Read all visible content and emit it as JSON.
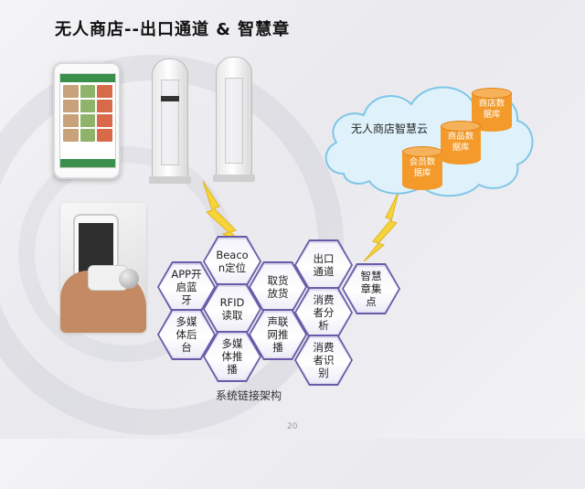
{
  "slide": {
    "title": "无人商店--出口通道 & 智慧章",
    "page_number": "20"
  },
  "cloud": {
    "label": "无人商店智慧云",
    "databases": [
      {
        "line1": "商店数",
        "line2": "据库"
      },
      {
        "line1": "商品数",
        "line2": "据库"
      },
      {
        "line1": "会员数",
        "line2": "据库"
      }
    ]
  },
  "architecture": {
    "caption": "系统链接架构",
    "nodes": [
      {
        "id": "app-bluetooth",
        "text": "APP开\n启蓝\n牙"
      },
      {
        "id": "beacon-positioning",
        "text": "Beaco\nn定位"
      },
      {
        "id": "multimedia-backend",
        "text": "多媒\n体后\n台"
      },
      {
        "id": "rfid-read",
        "text": "RFID\n读取"
      },
      {
        "id": "multimedia-push",
        "text": "多媒\n体推\n播"
      },
      {
        "id": "pick-place",
        "text": "取货\n放货"
      },
      {
        "id": "sound-network-push",
        "text": "声联\n网推\n播"
      },
      {
        "id": "exit-channel",
        "text": "出口\n通道"
      },
      {
        "id": "consumer-analysis",
        "text": "消费\n者分\n析"
      },
      {
        "id": "consumer-recognition",
        "text": "消费\n者识\n别"
      },
      {
        "id": "smart-stamp",
        "text": "智慧\n章集\n点"
      }
    ]
  },
  "colors": {
    "hex_border": "#6a5aa8",
    "database": "#f39a2a",
    "cloud_fill": "#dff2fb",
    "cloud_stroke": "#7fc6e6",
    "bolt": "#f6d43a"
  },
  "icons": {
    "bolt": "lightning-bolt-icon",
    "database": "database-icon",
    "cloud": "cloud-icon"
  }
}
